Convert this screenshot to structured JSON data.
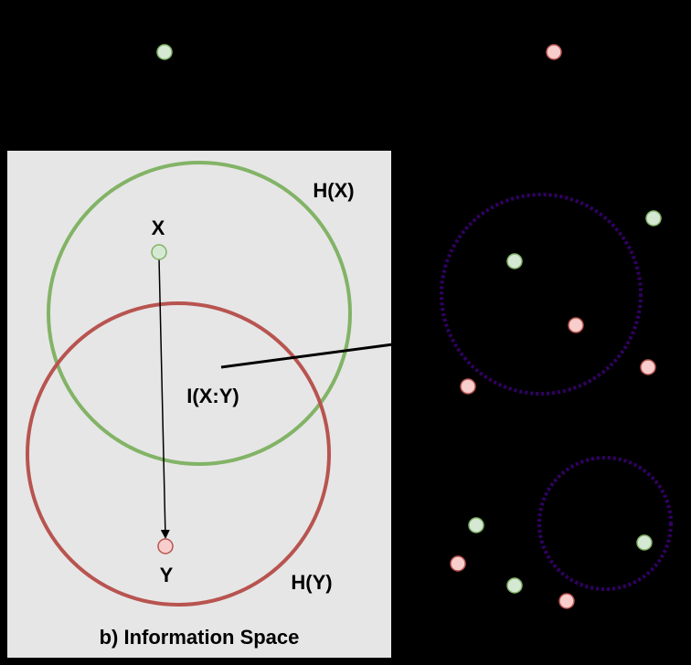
{
  "colors": {
    "background": "#000000",
    "panel_fill": "#e6e6e6",
    "x_circle": "#82b366",
    "y_circle": "#b85450",
    "x_node_fill": "#d5e8d4",
    "y_node_fill": "#f8cecc",
    "cluster_stroke": "#330066"
  },
  "panel_b": {
    "title": "b) Information Space",
    "h_x_label": "H(X)",
    "h_y_label": "H(Y)",
    "node_x_label": "X",
    "node_y_label": "Y",
    "mutual_info_label": "I(X:Y)"
  },
  "scatter": {
    "x_points_count": 6,
    "y_points_count": 6,
    "clusters_count": 2
  }
}
